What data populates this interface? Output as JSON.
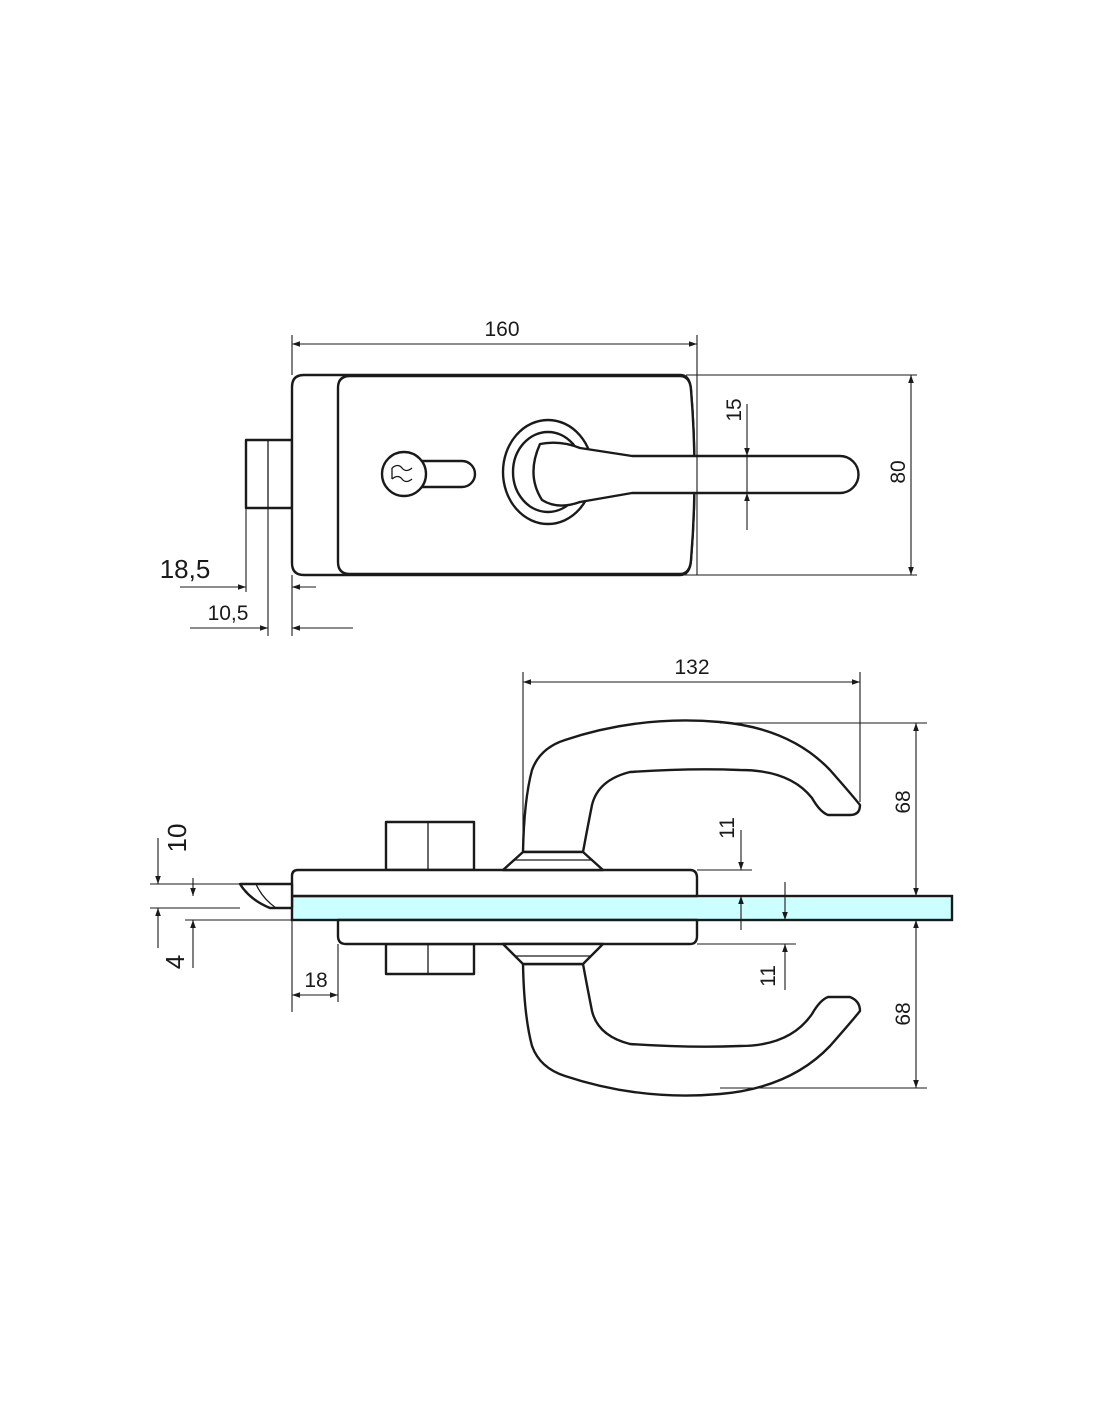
{
  "drawing": {
    "colors": {
      "line": "#1a1a1a",
      "glass": "#ccffff",
      "background": "#ffffff"
    },
    "front_view": {
      "dimensions": {
        "width": "160",
        "height": "80",
        "lever_thickness": "15",
        "bolt_outer": "18,5",
        "bolt_inner": "10,5"
      }
    },
    "side_view": {
      "dimensions": {
        "handle_reach": "132",
        "handle_height_top": "68",
        "handle_height_bottom": "68",
        "plate_top": "11",
        "plate_bottom": "11",
        "latch_offset": "10",
        "glass_gap": "4",
        "plate_inset": "18"
      }
    }
  }
}
